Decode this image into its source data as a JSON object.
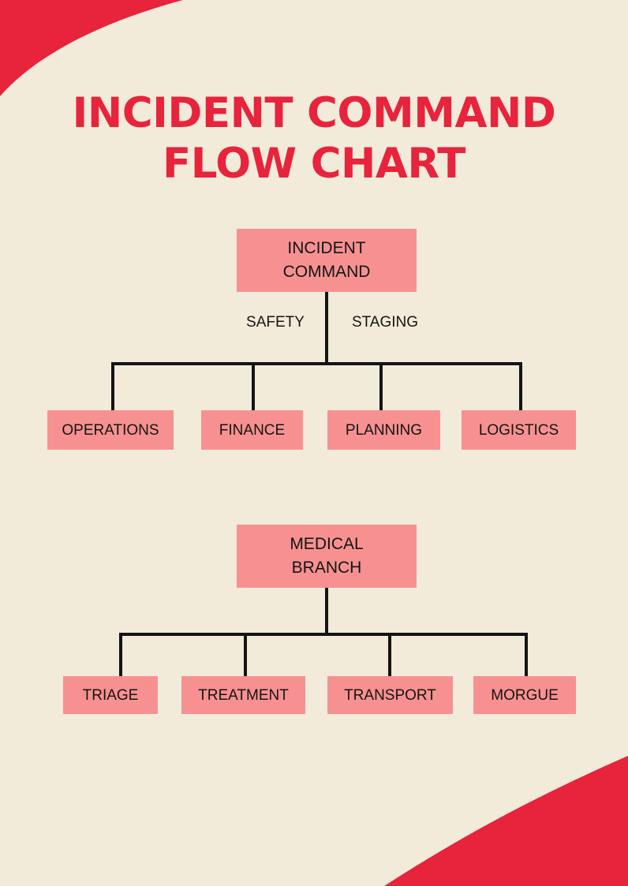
{
  "page": {
    "title_line1": "INCIDENT COMMAND",
    "title_line2": "FLOW CHART",
    "background_color": "#F2EBDA",
    "accent_red": "#E8233C",
    "node_fill": "#F79191",
    "connector_color": "#141414",
    "text_color": "#141414"
  },
  "chart_data": {
    "type": "diagram",
    "title": "INCIDENT COMMAND FLOW CHART",
    "orientation": "top-down",
    "groups": [
      {
        "name": "command-group",
        "root": "INCIDENT COMMAND",
        "side_labels": [
          "SAFETY",
          "STAGING"
        ],
        "children": [
          "OPERATIONS",
          "FINANCE",
          "PLANNING",
          "LOGISTICS"
        ]
      },
      {
        "name": "medical-group",
        "root": "MEDICAL BRANCH",
        "side_labels": [],
        "children": [
          "TRIAGE",
          "TREATMENT",
          "TRANSPORT",
          "MORGUE"
        ]
      }
    ]
  },
  "nodes": {
    "incident_command": "INCIDENT\nCOMMAND",
    "safety": "SAFETY",
    "staging": "STAGING",
    "operations": "OPERATIONS",
    "finance": "FINANCE",
    "planning": "PLANNING",
    "logistics": "LOGISTICS",
    "medical_branch": "MEDICAL\nBRANCH",
    "triage": "TRIAGE",
    "treatment": "TREATMENT",
    "transport": "TRANSPORT",
    "morgue": "MORGUE"
  }
}
